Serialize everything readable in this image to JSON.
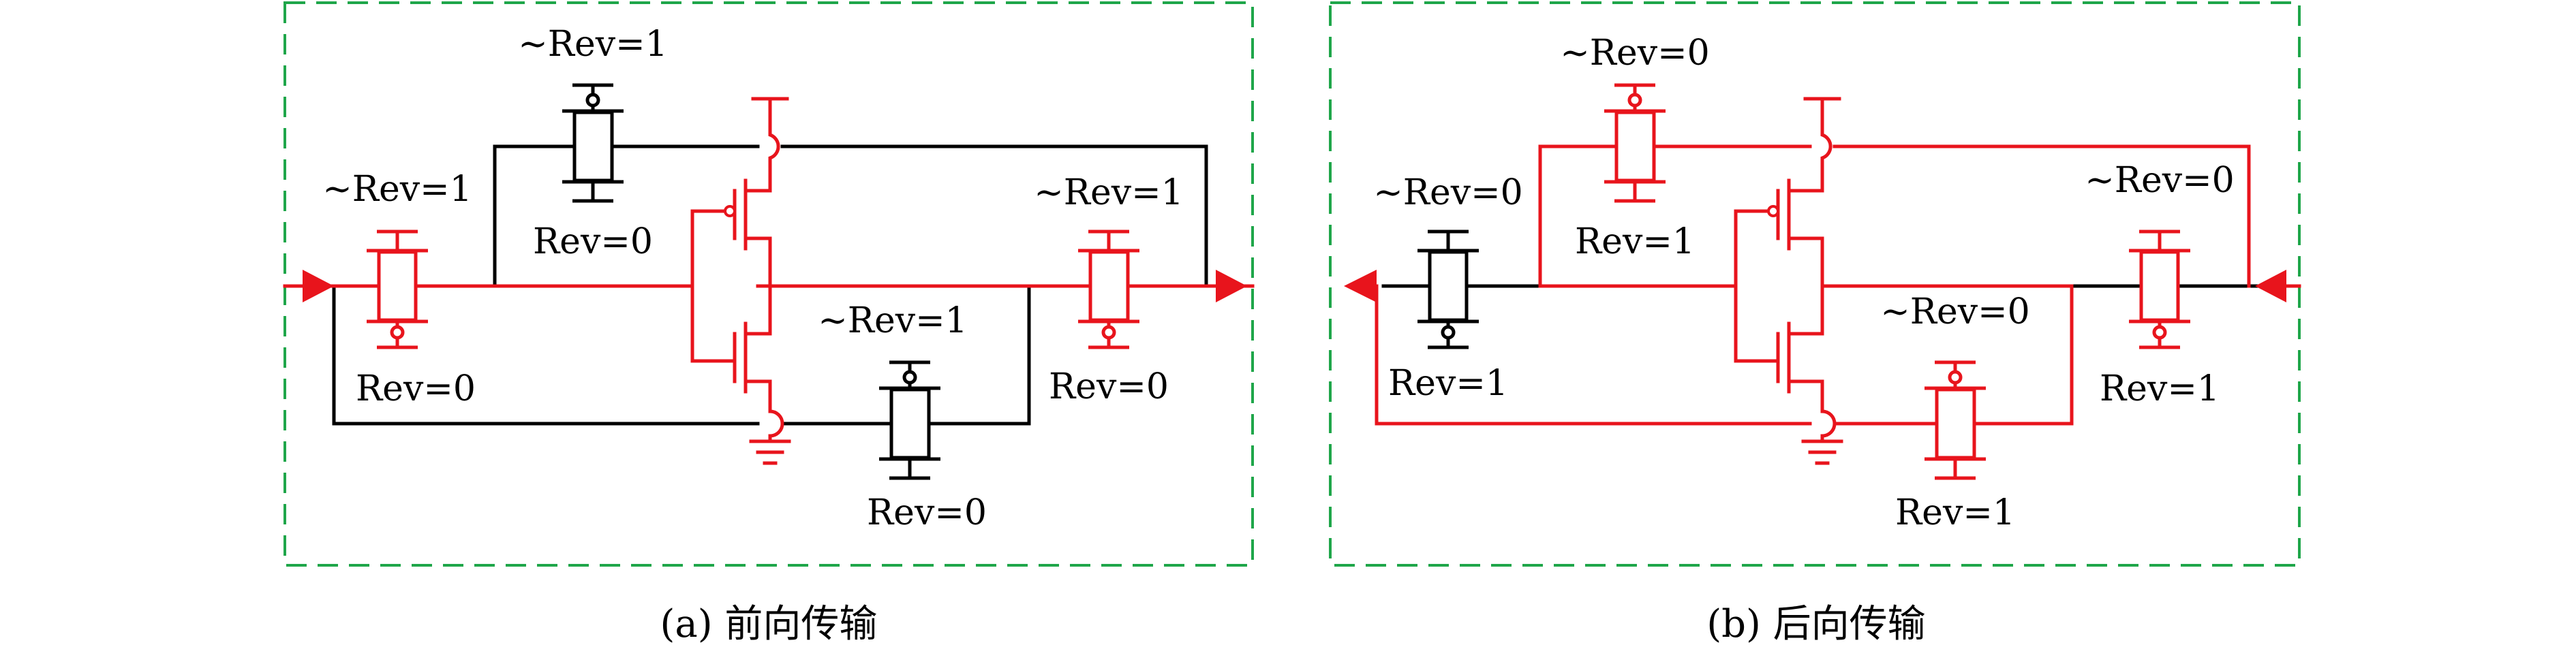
{
  "colors": {
    "active": "#e8141c",
    "inactive": "#000000",
    "frame": "#1fa64a"
  },
  "panels": {
    "a": {
      "caption": "(a) 前向传输",
      "tg_in": {
        "top": "~Rev=1",
        "bottom": "Rev=0"
      },
      "tg_top": {
        "top": "~Rev=1",
        "bottom": "Rev=0"
      },
      "tg_bot": {
        "top": "~Rev=1",
        "bottom": "Rev=0"
      },
      "tg_out": {
        "top": "~Rev=1",
        "bottom": "Rev=0"
      }
    },
    "b": {
      "caption": "(b) 后向传输",
      "tg_in": {
        "top": "~Rev=0",
        "bottom": "Rev=1"
      },
      "tg_top": {
        "top": "~Rev=0",
        "bottom": "Rev=1"
      },
      "tg_bot": {
        "top": "~Rev=0",
        "bottom": "Rev=1"
      },
      "tg_out": {
        "top": "~Rev=0",
        "bottom": "Rev=1"
      }
    }
  }
}
